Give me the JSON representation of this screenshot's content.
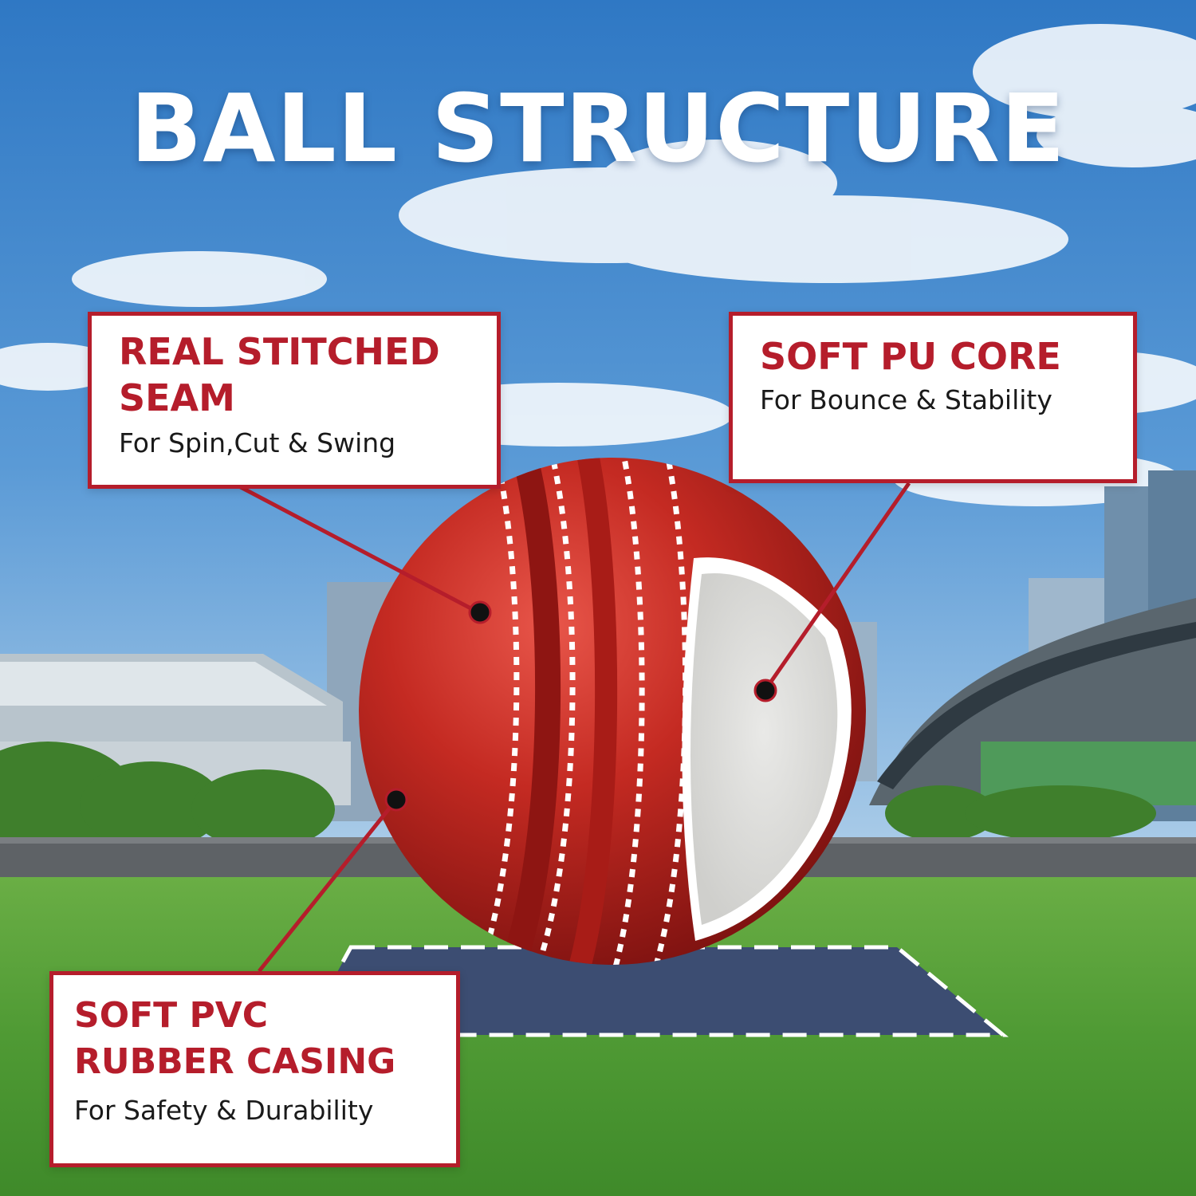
{
  "title": "BALL STRUCTURE",
  "callouts": {
    "seam": {
      "heading_line1": "REAL STITCHED",
      "heading_line2": "SEAM",
      "subtitle": "For Spin,Cut & Swing"
    },
    "core": {
      "heading": "SOFT PU CORE",
      "subtitle": "For Bounce & Stability"
    },
    "casing": {
      "heading_line1": "SOFT PVC",
      "heading_line2": "RUBBER CASING",
      "subtitle": "For Safety & Durability"
    }
  },
  "colors": {
    "accent": "#b51d2b",
    "ball": "#c42a22",
    "sky": "#3f86c9",
    "grass": "#4f9a34",
    "mat": "#3c4d72"
  }
}
